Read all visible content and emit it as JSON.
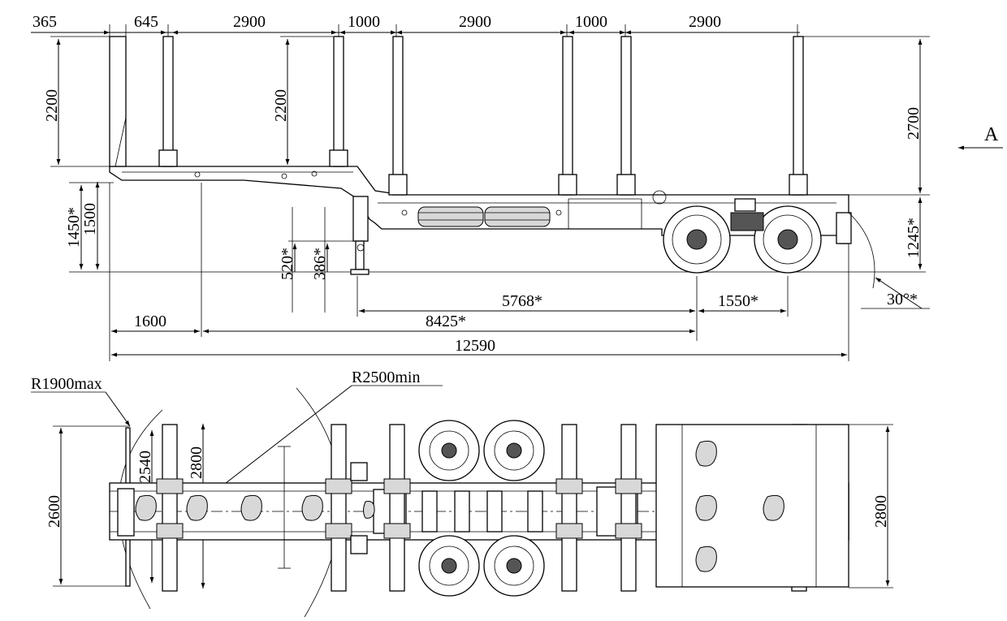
{
  "title_text": "",
  "side_view": {
    "top_dims": [
      "365",
      "645",
      "2900",
      "1000",
      "2900",
      "1000",
      "2900"
    ],
    "left_height_1": "2200",
    "left_height_2": "2200",
    "right_height": "2700",
    "view_marker": "A",
    "deck_height_a": "1450*",
    "deck_height_b": "1500",
    "leg_dim_1": "520*",
    "leg_dim_2": "386*",
    "rear_height": "1245*",
    "angle": "30°*",
    "dim_5768": "5768*",
    "dim_1550": "1550*",
    "dim_8425": "8425*",
    "dim_1600": "1600",
    "overall_length": "12590"
  },
  "top_view": {
    "radius_max": "R1900max",
    "radius_min": "R2500min",
    "width_left": "2600",
    "width_inner_a": "2540",
    "width_inner_b": "2800",
    "width_right": "2800"
  }
}
